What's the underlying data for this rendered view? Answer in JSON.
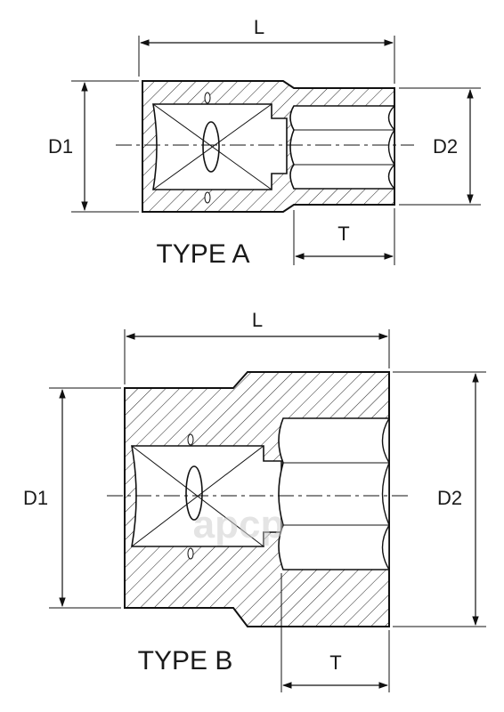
{
  "type_a": {
    "title": "TYPE A",
    "label_length": "L",
    "label_drive_diameter": "D1",
    "label_socket_diameter": "D2",
    "label_depth": "T"
  },
  "type_b": {
    "title": "TYPE B",
    "label_length": "L",
    "label_drive_diameter": "D1",
    "label_socket_diameter": "D2",
    "label_depth": "T"
  },
  "watermark": "apcp"
}
